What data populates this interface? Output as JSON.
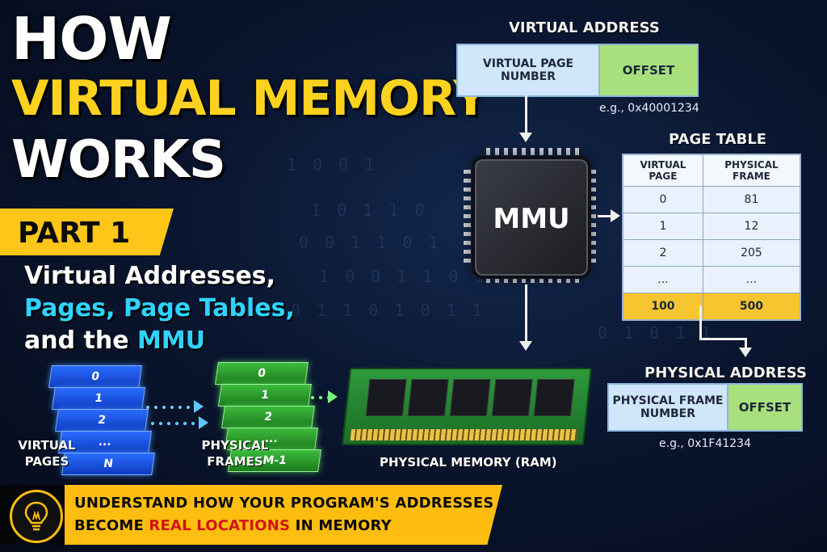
{
  "title": {
    "line1": "HOW",
    "line2": "VIRTUAL MEMORY",
    "line3": "WORKS"
  },
  "part_label": "PART 1",
  "subtitle": {
    "line1": "Virtual Addresses,",
    "line2": "Pages, Page Tables,",
    "line3_prefix": "and the ",
    "line3_highlight": "MMU"
  },
  "virtual_address": {
    "heading": "VIRTUAL ADDRESS",
    "page_number": "VIRTUAL PAGE NUMBER",
    "offset": "OFFSET",
    "example": "e.g., 0x40001234"
  },
  "mmu": {
    "label": "MMU"
  },
  "page_table": {
    "heading": "PAGE TABLE",
    "columns": [
      "VIRTUAL PAGE",
      "PHYSICAL FRAME"
    ],
    "rows": [
      [
        "0",
        "81"
      ],
      [
        "1",
        "12"
      ],
      [
        "2",
        "205"
      ],
      [
        "...",
        "..."
      ],
      [
        "100",
        "500"
      ]
    ]
  },
  "physical_address": {
    "heading": "PHYSICAL ADDRESS",
    "frame_number": "PHYSICAL FRAME NUMBER",
    "offset": "OFFSET",
    "example": "e.g., 0x1F41234"
  },
  "virtual_pages": {
    "label": "VIRTUAL PAGES",
    "items": [
      "0",
      "1",
      "2",
      "...",
      "N"
    ]
  },
  "physical_frames": {
    "label": "PHYSICAL FRAMES",
    "items": [
      "0",
      "1",
      "2",
      "...",
      "M-1"
    ]
  },
  "ram_label": "PHYSICAL MEMORY (RAM)",
  "bottom_banner": {
    "line1": "UNDERSTAND HOW YOUR PROGRAM'S ADDRESSES",
    "line2_prefix": "BECOME ",
    "line2_highlight": "REAL LOCATIONS",
    "line2_suffix": " IN MEMORY"
  },
  "colors": {
    "title_yellow": "#ffd21f",
    "accent_cyan": "#2fd3ff",
    "banner_yellow": "#ffbe0f",
    "highlight_red": "#d21414",
    "offset_green": "#a8e07d",
    "address_blue": "#cfe6fb",
    "table_highlight": "#f7c530"
  },
  "icons": [
    "lightbulb-icon",
    "chip-icon",
    "ram-icon"
  ]
}
